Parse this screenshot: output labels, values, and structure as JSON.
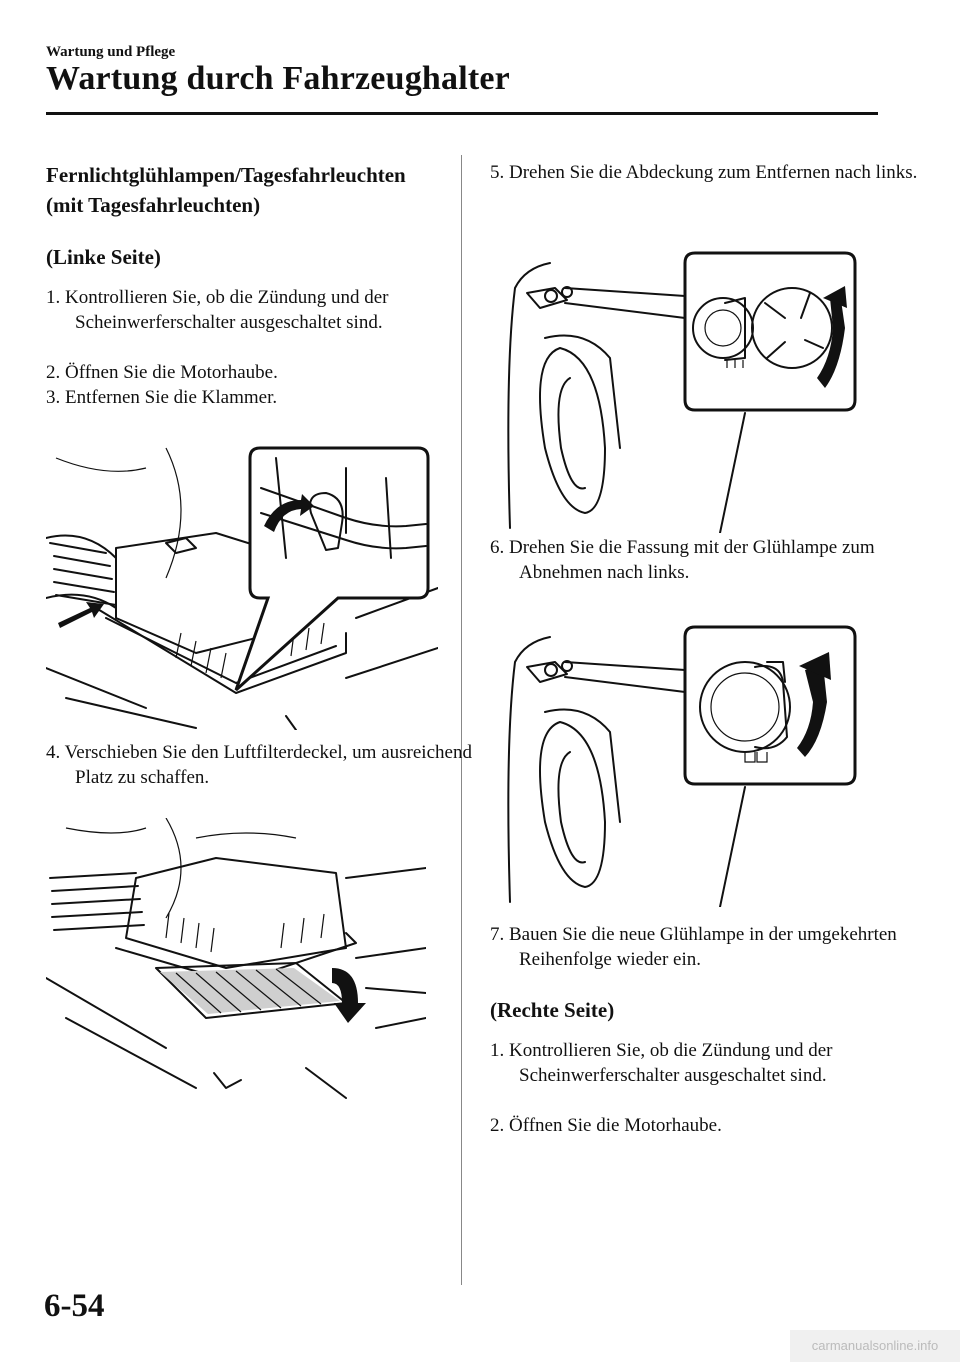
{
  "header": {
    "section": "Wartung und Pflege",
    "title": "Wartung durch Fahrzeughalter"
  },
  "left": {
    "heading": "Fernlichtglühlampen/Tagesfahrleuchten (mit Tagesfahrleuchten)",
    "subheading": "(Linke Seite)",
    "steps": [
      "1. Kontrollieren Sie, ob die Zündung und der Scheinwerferschalter ausgeschaltet sind.",
      "2. Öffnen Sie die Motorhaube.",
      "3. Entfernen Sie die Klammer.",
      "4. Verschieben Sie den Luftfilterdeckel, um ausreichend Platz zu schaffen."
    ]
  },
  "right": {
    "steps": [
      "5. Drehen Sie die Abdeckung zum Entfernen nach links.",
      "6. Drehen Sie die Fassung mit der Glühlampe zum Abnehmen nach links.",
      "7. Bauen Sie die neue Glühlampe in der umgekehrten Reihenfolge wieder ein."
    ],
    "subheading": "(Rechte Seite)",
    "steps_b": [
      "1. Kontrollieren Sie, ob die Zündung und der Scheinwerferschalter ausgeschaltet sind.",
      "2. Öffnen Sie die Motorhaube."
    ]
  },
  "page_number": "6-54",
  "footer": "carmanualsonline.info"
}
